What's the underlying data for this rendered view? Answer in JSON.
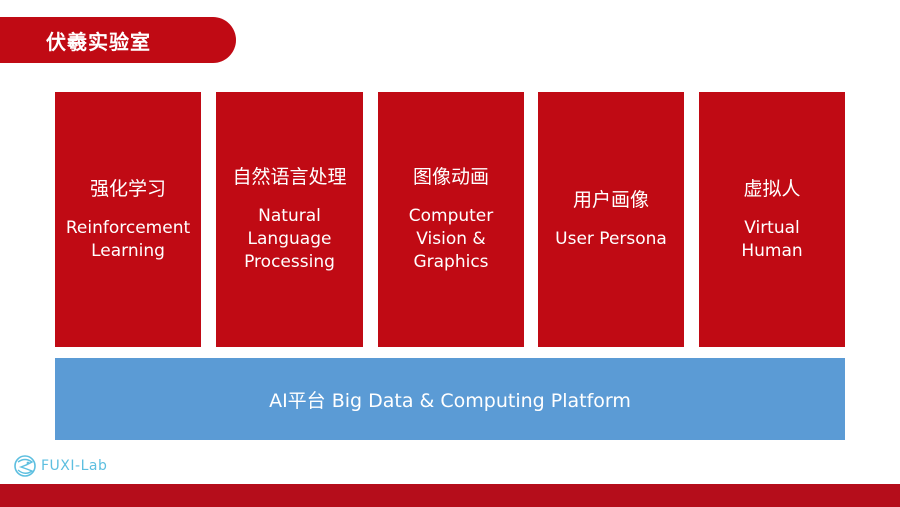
{
  "title": "伏羲实验室",
  "pillars": [
    {
      "cn": "强化学习",
      "en": "Reinforcement\nLearning"
    },
    {
      "cn": "自然语言处理",
      "en": "Natural\nLanguage\nProcessing"
    },
    {
      "cn": "图像动画",
      "en": "Computer\nVision &\nGraphics"
    },
    {
      "cn": "用户画像",
      "en": "User Persona"
    },
    {
      "cn": "虚拟人",
      "en": "Virtual\nHuman"
    }
  ],
  "platform": {
    "label": "AI平台 Big Data & Computing Platform"
  },
  "logo": {
    "text": "FUXI-Lab",
    "icon": "fuxi-logo-icon"
  },
  "colors": {
    "red": "#c00a14",
    "blue": "#5b9bd5",
    "logo": "#5dbfe0"
  }
}
